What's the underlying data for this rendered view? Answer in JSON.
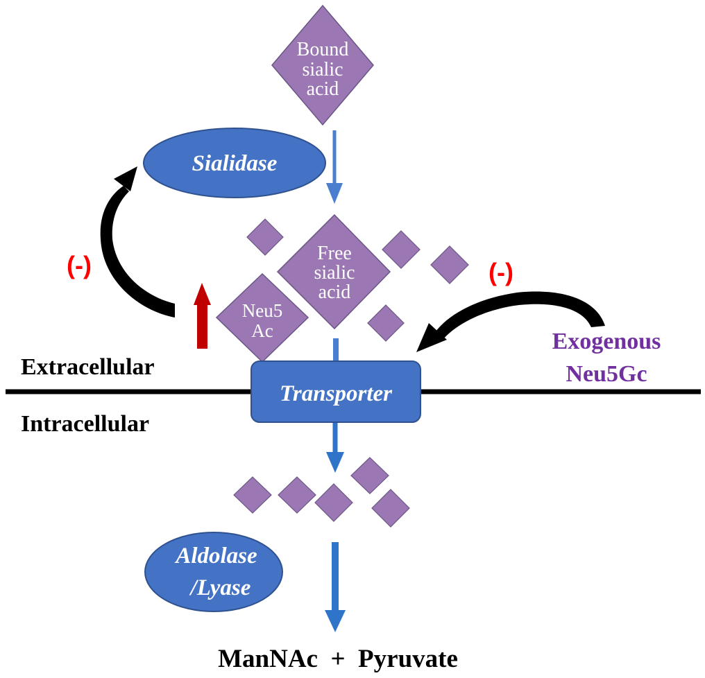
{
  "colors": {
    "diamond": "#9b78b4",
    "diamond_border": "#5f4a78",
    "enzyme": "#4472c4",
    "enzyme_border": "#2f528f",
    "arrow_blue": "#2e75c9",
    "arrow_dark_red": "#c00000",
    "inhibition_red": "#ff0000",
    "neu5gc_purple": "#7030a0",
    "membrane": "#000000"
  },
  "diagram": {
    "bound_sialic_acid": [
      "Bound",
      "sialic",
      "acid"
    ],
    "free_sialic_acid": [
      "Free",
      "sialic",
      "acid"
    ],
    "neu5ac": [
      "Neu5",
      "Ac"
    ],
    "sialidase": "Sialidase",
    "transporter": "Transporter",
    "aldolase": [
      "Aldolase",
      "/Lyase"
    ],
    "exogenous": [
      "Exogenous",
      "Neu5Gc"
    ],
    "inhibition_left": "(-)",
    "inhibition_right": "(-)",
    "extracellular": "Extracellular",
    "intracellular": "Intracellular",
    "products": "ManNAc  +  Pyruvate"
  }
}
